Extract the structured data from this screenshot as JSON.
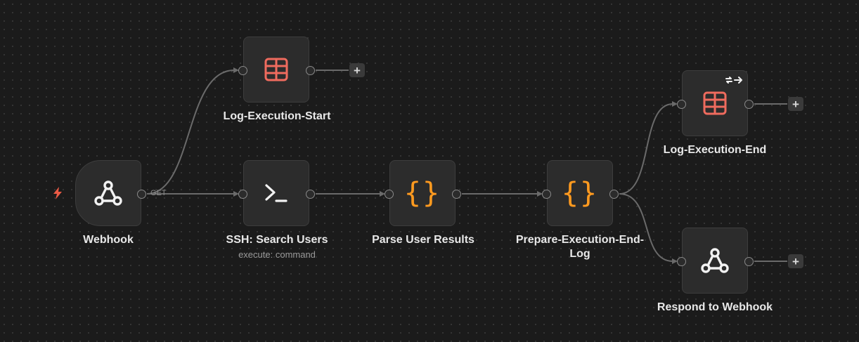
{
  "colors": {
    "background": "#1b1b1b",
    "node": "#2c2c2c",
    "table_icon": "#ef6b5e",
    "code_icon": "#ff9a1f",
    "trigger_bolt": "#ea5a45"
  },
  "nodes": [
    {
      "id": "webhook",
      "label": "Webhook",
      "icon": "webhook-icon"
    },
    {
      "id": "log-start",
      "label": "Log-Execution-Start",
      "icon": "table-icon"
    },
    {
      "id": "ssh",
      "label": "SSH: Search Users",
      "sublabel": "execute: command",
      "icon": "terminal-icon"
    },
    {
      "id": "parse",
      "label": "Parse User Results",
      "icon": "code-braces-icon"
    },
    {
      "id": "prepare",
      "label": "Prepare-Execution-End-Log",
      "icon": "code-braces-icon"
    },
    {
      "id": "log-end",
      "label": "Log-Execution-End",
      "icon": "table-icon",
      "badge": "loop-arrow-icon"
    },
    {
      "id": "respond",
      "label": "Respond to Webhook",
      "icon": "webhook-icon"
    }
  ],
  "edges": {
    "webhook_method": "GET"
  },
  "add_button": "+",
  "trigger_icon": "lightning-icon"
}
